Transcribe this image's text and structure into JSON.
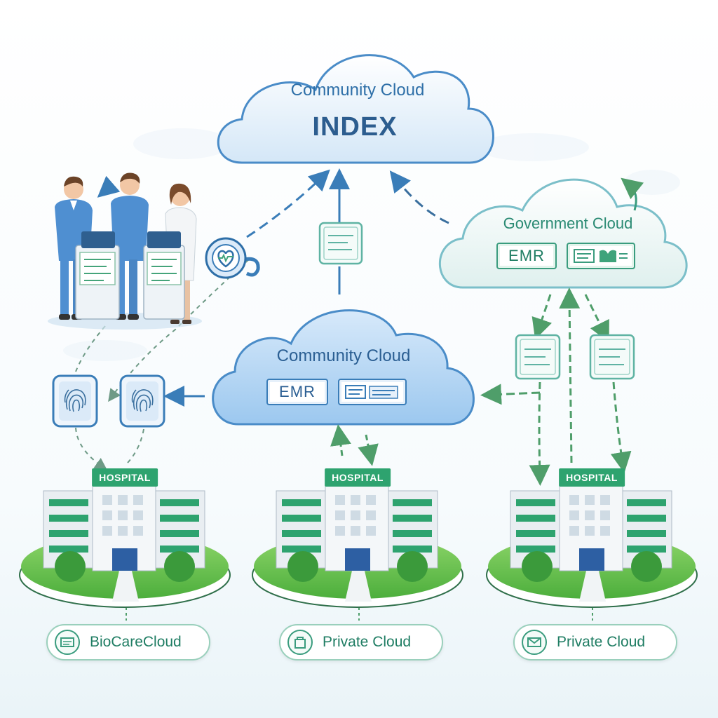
{
  "top_cloud": {
    "title": "Community Cloud",
    "subtitle": "INDEX"
  },
  "government_cloud": {
    "title": "Government Cloud",
    "record_label": "EMR"
  },
  "middle_cloud": {
    "title": "Community Cloud",
    "record_label": "EMR"
  },
  "hospitals": [
    {
      "sign": "HOSPITAL",
      "cloud_label": "BioCareCloud"
    },
    {
      "sign": "HOSPITAL",
      "cloud_label": "Private Cloud"
    },
    {
      "sign": "HOSPITAL",
      "cloud_label": "Private Cloud"
    }
  ],
  "colors": {
    "blue": "#3a7db8",
    "green": "#2ea36f",
    "cloud_blue": "#d8e9f8",
    "teal": "#3a9c7e"
  }
}
